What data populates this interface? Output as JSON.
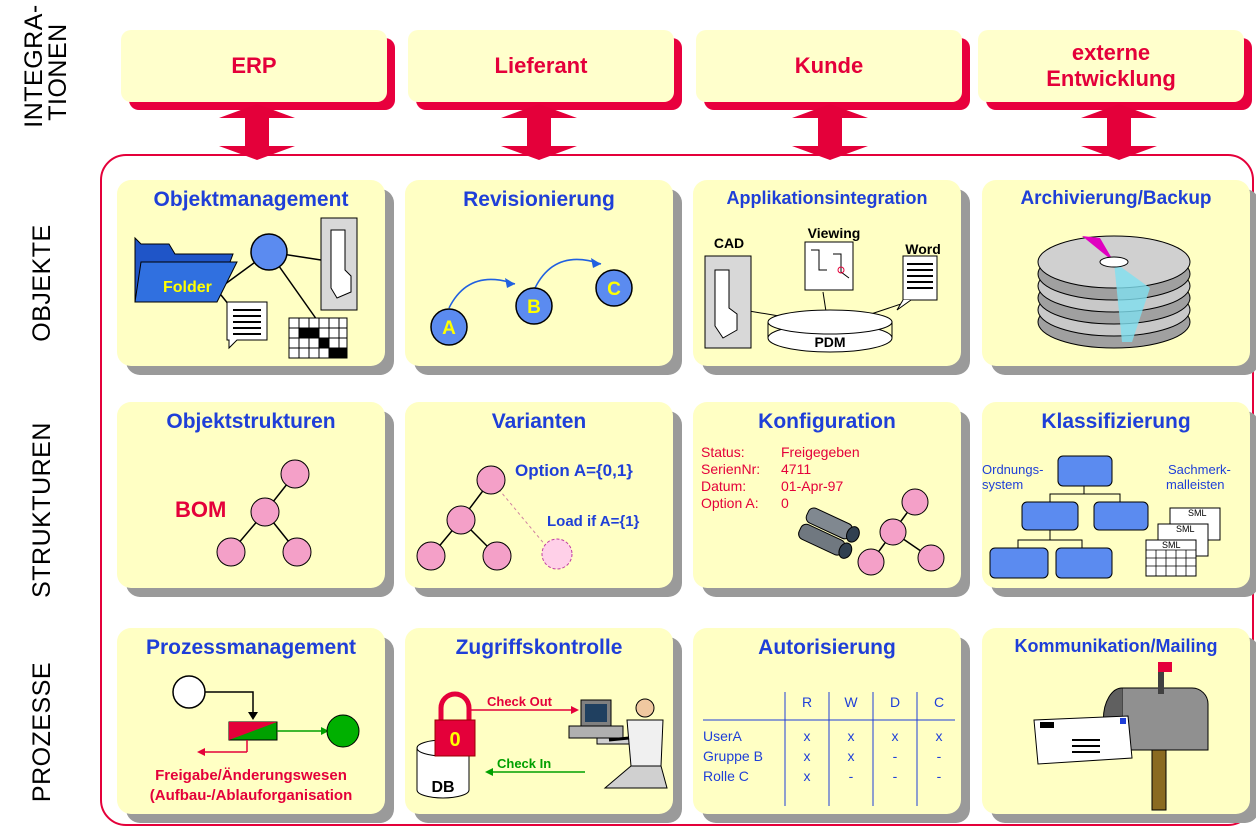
{
  "side_labels": {
    "integrationen_line1": "INTEGRA-",
    "integrationen_line2": "TIONEN",
    "objekte": "OBJEKTE",
    "strukturen": "STRUKTUREN",
    "prozesse": "PROZESSE"
  },
  "integrations": {
    "erp": "ERP",
    "lieferant": "Lieferant",
    "kunde": "Kunde",
    "extern_line1": "externe",
    "extern_line2": "Entwicklung"
  },
  "objekte": {
    "objektmanagement": {
      "title": "Objektmanagement",
      "folder": "Folder"
    },
    "revisionierung": {
      "title": "Revisionierung",
      "a": "A",
      "b": "B",
      "c": "C"
    },
    "applikation": {
      "title": "Applikationsintegration",
      "cad": "CAD",
      "viewing": "Viewing",
      "word": "Word",
      "pdm": "PDM"
    },
    "archivierung": {
      "title": "Archivierung/Backup"
    }
  },
  "strukturen": {
    "objektstrukturen": {
      "title": "Objektstrukturen",
      "bom": "BOM"
    },
    "varianten": {
      "title": "Varianten",
      "option": "Option A={0,1}",
      "load": "Load if A={1}"
    },
    "konfiguration": {
      "title": "Konfiguration",
      "rows": [
        {
          "k": "Status:",
          "v": "Freigegeben"
        },
        {
          "k": "SerienNr:",
          "v": "4711"
        },
        {
          "k": "Datum:",
          "v": "01-Apr-97"
        },
        {
          "k": "Option A:",
          "v": "0"
        }
      ]
    },
    "klassifizierung": {
      "title": "Klassifizierung",
      "ordnung1": "Ordnungs-",
      "ordnung2": "system",
      "sach1": "Sachmerk-",
      "sach2": "malleisten",
      "sml": "SML"
    }
  },
  "prozesse": {
    "prozessmanagement": {
      "title": "Prozessmanagement",
      "line1": "Freigabe/Änderungswesen",
      "line2": "(Aufbau-/Ablauforganisation"
    },
    "zugriff": {
      "title": "Zugriffskontrolle",
      "checkout": "Check Out",
      "checkin": "Check In",
      "db": "DB",
      "lock": "0"
    },
    "autorisierung": {
      "title": "Autorisierung",
      "headers": [
        "R",
        "W",
        "D",
        "C"
      ],
      "rows": [
        {
          "name": "UserA",
          "vals": [
            "x",
            "x",
            "x",
            "x"
          ]
        },
        {
          "name": "Gruppe B",
          "vals": [
            "x",
            "x",
            "-",
            "-"
          ]
        },
        {
          "name": "Rolle C",
          "vals": [
            "x",
            "-",
            "-",
            "-"
          ]
        }
      ]
    },
    "kommunikation": {
      "title": "Kommunikation/Mailing"
    }
  },
  "colors": {
    "accent_red": "#e4003a",
    "title_blue": "#1f3fd8",
    "card_yellow": "#ffffc4",
    "pink_node": "#f4a0c8"
  }
}
